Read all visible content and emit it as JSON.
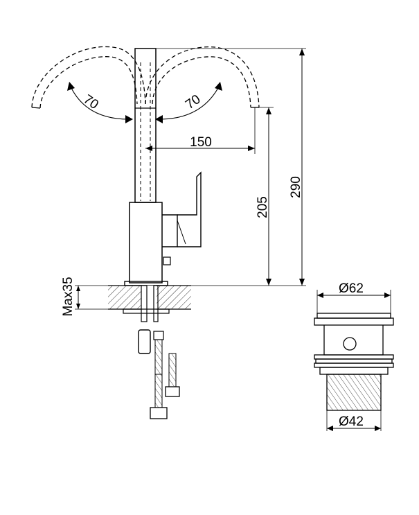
{
  "dimensions": {
    "swivel_left_angle": "70",
    "swivel_right_angle": "70",
    "spout_reach": "150",
    "spout_height": "205",
    "total_height": "290",
    "max_deck_thickness": "Max35",
    "waste_top_diameter": "Ø62",
    "waste_thread_diameter": "Ø42"
  }
}
